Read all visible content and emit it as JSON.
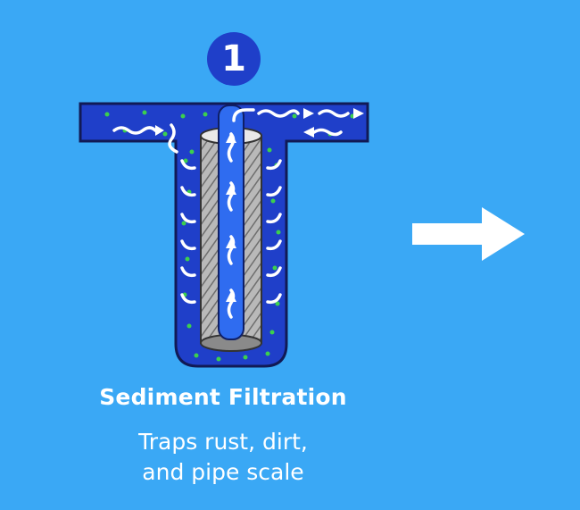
{
  "step": {
    "number": "1"
  },
  "caption": {
    "title": "Sediment Filtration",
    "body_lines": [
      "Traps rust, dirt,",
      "and pipe scale"
    ]
  },
  "colors": {
    "background": "#3aa8f5",
    "housing_dark": "#1f3fc9",
    "core_blue": "#2f6cf0",
    "particles": "#3ccf4e",
    "filter_gray": "#8a8a8a",
    "arrows": "#ffffff"
  },
  "icons": [
    "flow-arrow-icon",
    "next-step-arrow-icon"
  ]
}
